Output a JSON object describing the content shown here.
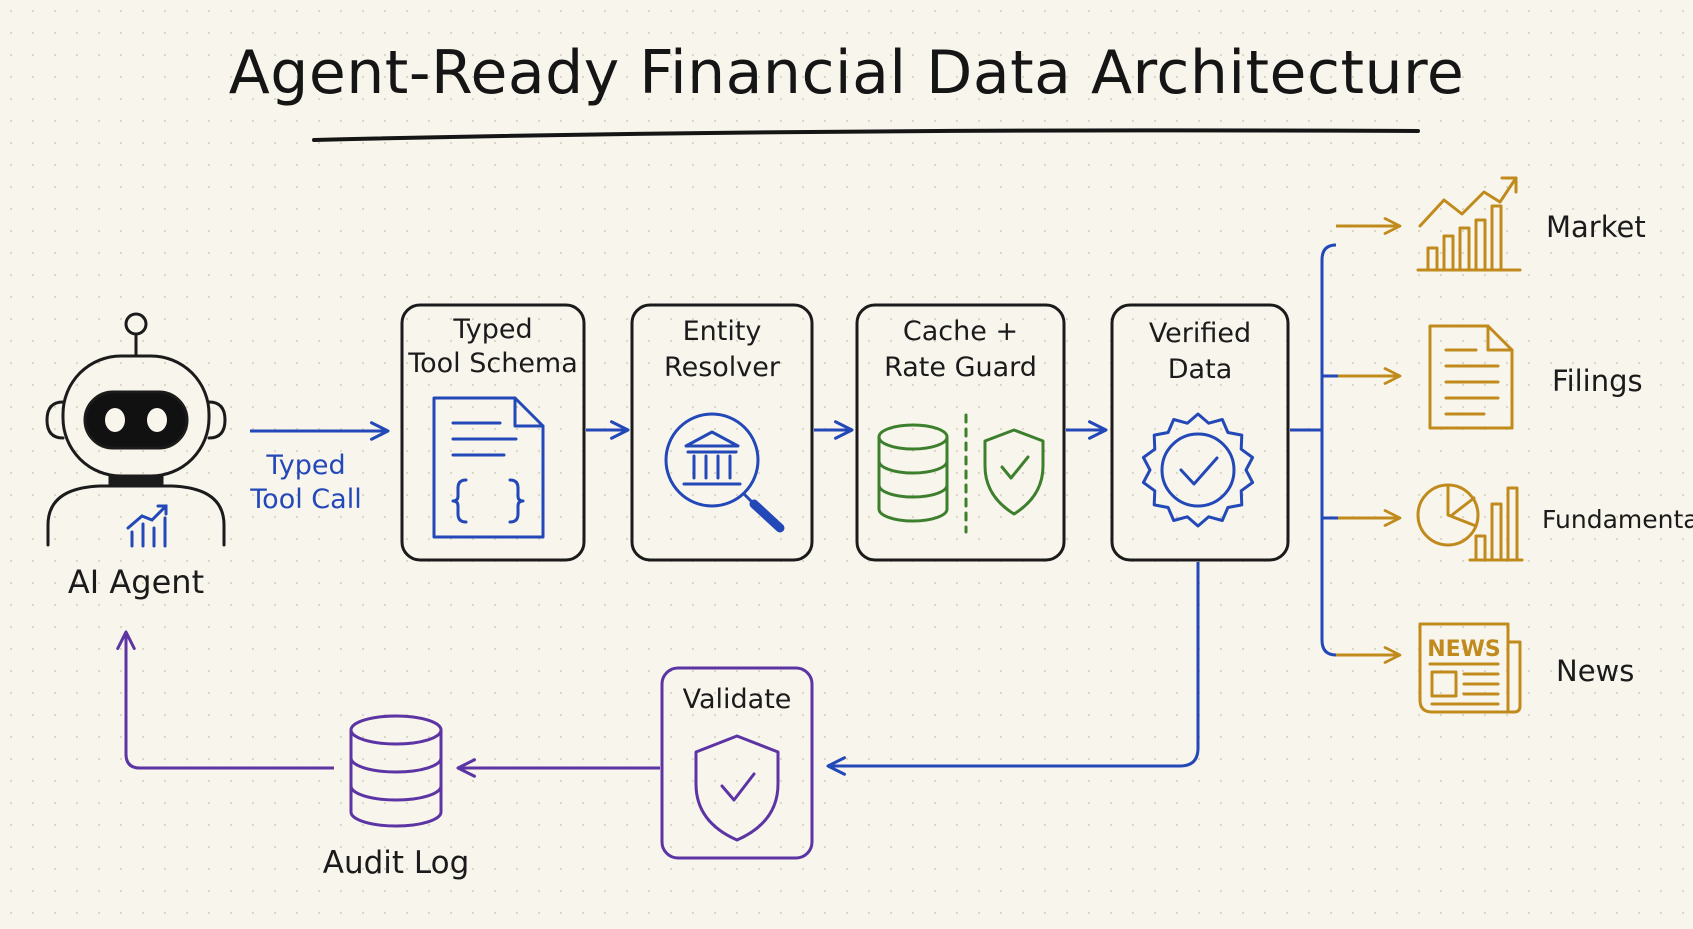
{
  "title": "Agent-Ready Financial Data Architecture",
  "nodes": {
    "agent": {
      "label": "AI Agent",
      "icon": "robot-icon"
    },
    "edge_label": [
      "Typed",
      "Tool Call"
    ],
    "schema": {
      "line1": "Typed",
      "line2": "Tool Schema",
      "icon": "json-document-icon"
    },
    "resolver": {
      "line1": "Entity",
      "line2": "Resolver",
      "icon": "bank-search-icon"
    },
    "cache": {
      "line1": "Cache +",
      "line2": "Rate Guard",
      "icon": "database-shield-icon"
    },
    "verified": {
      "line1": "Verified",
      "line2": "Data",
      "icon": "verified-badge-icon"
    },
    "validate": {
      "label": "Validate",
      "icon": "shield-check-icon"
    },
    "audit": {
      "label": "Audit Log",
      "icon": "database-icon"
    }
  },
  "sources": [
    {
      "label": "Market",
      "icon": "market-chart-icon"
    },
    {
      "label": "Filings",
      "icon": "document-icon"
    },
    {
      "label": "Fundamentals",
      "icon": "pie-bar-chart-icon"
    },
    {
      "label": "News",
      "icon": "newspaper-icon"
    }
  ],
  "news_icon_text": "NEWS",
  "colors": {
    "ink": "#1b1b1b",
    "flow_blue": "#2348b7",
    "cache_green": "#3c7f2c",
    "return_purple": "#5c34a4",
    "source_gold": "#c08a1c",
    "background": "#f8f5ec"
  }
}
